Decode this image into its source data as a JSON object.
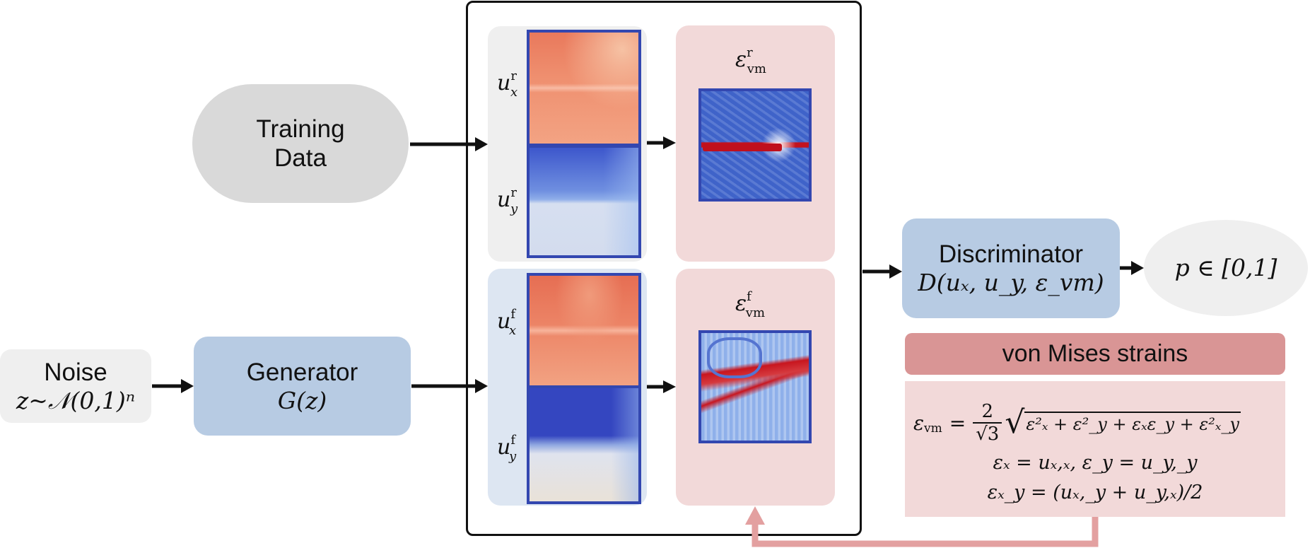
{
  "training": {
    "line1": "Training",
    "line2": "Data"
  },
  "noise": {
    "title": "Noise",
    "formula": "z~𝒩(0,1)ⁿ"
  },
  "generator": {
    "title": "Generator",
    "formula": "G(z)"
  },
  "discriminator": {
    "title": "Discriminator",
    "formula": "D(uₓ, u_y, ε_vm)"
  },
  "output": {
    "formula": "p ∈ [0,1]"
  },
  "real": {
    "ux": {
      "base": "u",
      "sup": "r",
      "sub": "x"
    },
    "uy": {
      "base": "u",
      "sup": "r",
      "sub": "y"
    },
    "eps": {
      "base": "ε",
      "sup": "r",
      "sub": "vm"
    }
  },
  "fake": {
    "ux": {
      "base": "u",
      "sup": "f",
      "sub": "x"
    },
    "uy": {
      "base": "u",
      "sup": "f",
      "sub": "y"
    },
    "eps": {
      "base": "ε",
      "sup": "f",
      "sub": "vm"
    }
  },
  "strains": {
    "title": "von Mises strains",
    "eq1_lhs": "ε",
    "eq1_lhs_sub": "vm",
    "eq1_num": "2",
    "eq1_den": "√3",
    "eq1_rad": "ε²ₓ + ε²_y + εₓε_y + ε²ₓ_y",
    "eq2": "εₓ = uₓ,ₓ, ε_y = u_y,_y",
    "eq3": "εₓ_y = (uₓ,_y + u_y,ₓ)/2"
  },
  "colors": {
    "gray_box": "#d9d9d9",
    "blue_box": "#b7cbe3",
    "pink_box": "#f2d9d9",
    "light_blue_panel": "#dde6f2",
    "light_gray_panel": "#efefef",
    "red_header": "#d99595",
    "arrow_pink": "#e3a0a0",
    "field_border": "#3347b0"
  }
}
